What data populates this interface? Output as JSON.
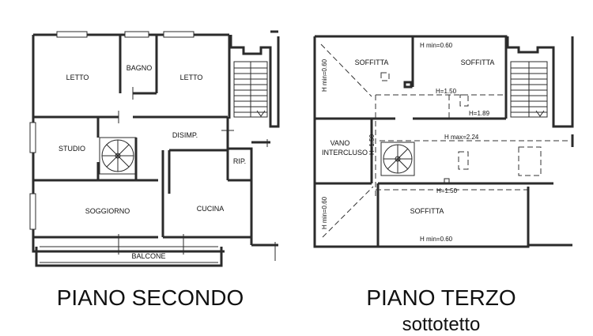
{
  "plans": {
    "second": {
      "title": "PIANO SECONDO",
      "rooms": {
        "letto_left": "LETTO",
        "bagno": "BAGNO",
        "letto_right": "LETTO",
        "disimp": "DISIMP.",
        "studio": "STUDIO",
        "rip": "RIP.",
        "soggiorno": "SOGGIORNO",
        "cucina": "CUCINA",
        "balcone": "BALCONE"
      }
    },
    "third": {
      "title": "PIANO TERZO",
      "subtitle": "sottotetto",
      "rooms": {
        "soffitta_top_left": "SOFFITTA",
        "soffitta_top_right": "SOFFITTA",
        "vano_line1": "VANO",
        "vano_line2": "INTERCLUSO",
        "soffitta_bottom": "SOFFITTA"
      },
      "heights": {
        "h_min_top": "H min=0.60",
        "h_min_left_top": "H min=0.60",
        "h_150_top": "H=1.50",
        "h_189": "H=1.89",
        "h_150_vertical": "H=1.50",
        "h_max": "H max=2.24",
        "h_150_bottom": "H=1.50",
        "h_min_left_bottom": "H min=0.60",
        "h_min_bottom": "H min=0.60"
      }
    }
  }
}
